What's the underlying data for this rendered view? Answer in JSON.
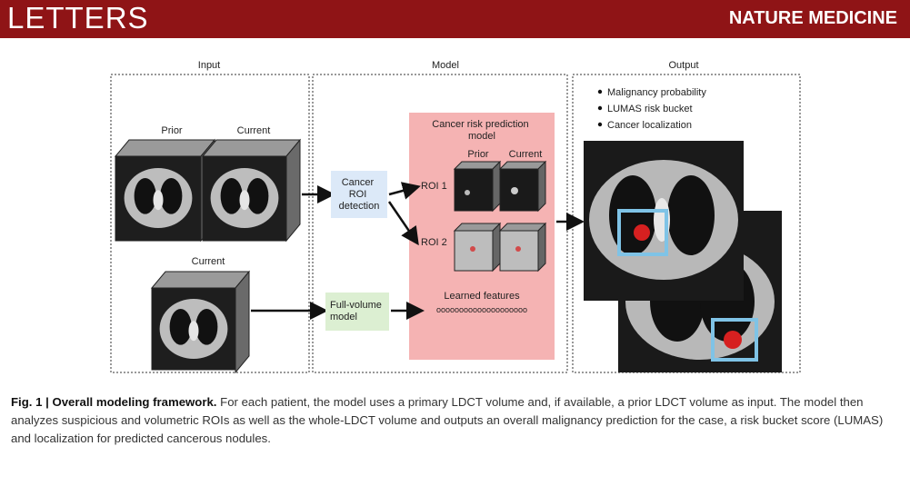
{
  "header": {
    "section": "LETTERS",
    "journal": "NATURE MEDICINE"
  },
  "figure": {
    "panels": {
      "input": "Input",
      "model": "Model",
      "output": "Output"
    },
    "input": {
      "prior_label": "Prior",
      "current_label": "Current",
      "current_label_2": "Current"
    },
    "model": {
      "roi_detection": [
        "Cancer",
        "ROI",
        "detection"
      ],
      "risk_box_title": [
        "Cancer risk prediction",
        "model"
      ],
      "roi_prior": "Prior",
      "roi_current": "Current",
      "roi1": "ROI 1",
      "roi2": "ROI 2",
      "full_volume": [
        "Full-volume",
        "model"
      ],
      "learned_features": "Learned features",
      "feature_vector": "oooooooooooooooooooo"
    },
    "output": {
      "items": [
        "Malignancy probability",
        "LUMAS risk bucket",
        "Cancer localization"
      ]
    },
    "colors": {
      "roi_box": "#dce9f8",
      "risk_box": "#f5b3b3",
      "full_volume_box": "#dcefd2",
      "header": "#8f1416",
      "highlight": "#7fc3e6"
    }
  },
  "caption": {
    "label": "Fig. 1 | Overall modeling framework.",
    "text": " For each patient, the model uses a primary LDCT volume and, if available, a prior LDCT volume as input. The model then analyzes suspicious and volumetric ROIs as well as the whole-LDCT volume and outputs an overall malignancy prediction for the case, a risk bucket score (LUMAS) and localization for predicted cancerous nodules."
  }
}
